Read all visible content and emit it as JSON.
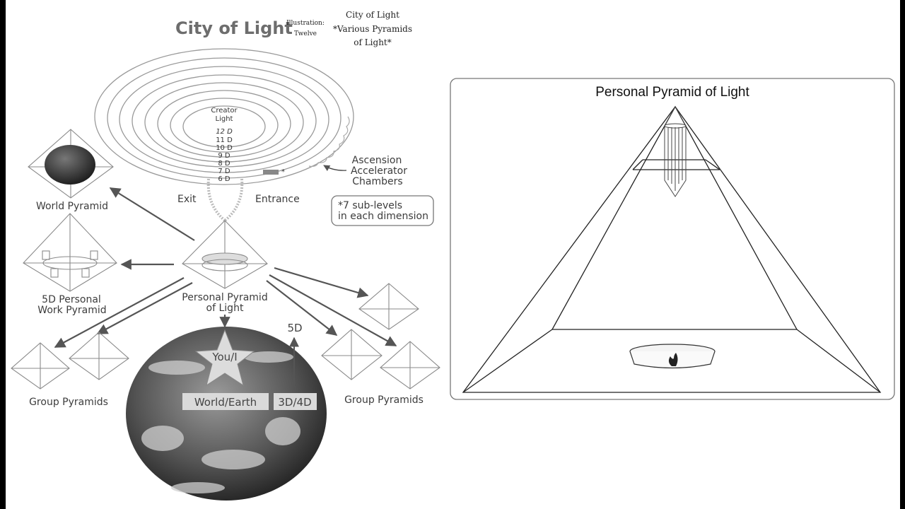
{
  "left_diagram": {
    "title": "City of Light",
    "illustration_label": [
      "Illustration:",
      "Twelve"
    ],
    "caption": [
      "City of Light",
      "*Various Pyramids",
      "of Light*"
    ],
    "center": [
      "Creator",
      "Light"
    ],
    "dimensions": [
      "12 D",
      "11 D",
      "10 D",
      "9 D",
      "8 D",
      "7 D",
      "6 D"
    ],
    "ascension": [
      "Ascension",
      "Accelerator",
      "Chambers"
    ],
    "asterisk": "*",
    "exit": "Exit",
    "entrance": "Entrance",
    "sublevels_note": [
      "*7 sub-levels",
      "in each dimension"
    ],
    "world_pyramid": "World Pyramid",
    "work_pyramid": [
      "5D Personal",
      "Work Pyramid"
    ],
    "personal_pyramid": [
      "Personal Pyramid",
      "of Light"
    ],
    "group_pyramids_left": "Group Pyramids",
    "group_pyramids_right": "Group Pyramids",
    "you": "You/I",
    "world_earth": "World/Earth",
    "dim_3d4d": "3D/4D",
    "dim_5d": "5D"
  },
  "right_diagram": {
    "title": "Personal Pyramid of Light"
  },
  "colors": {
    "ink": "#333333",
    "line_gray": "#6a6a6a",
    "title_gray": "#6d6d6d"
  }
}
